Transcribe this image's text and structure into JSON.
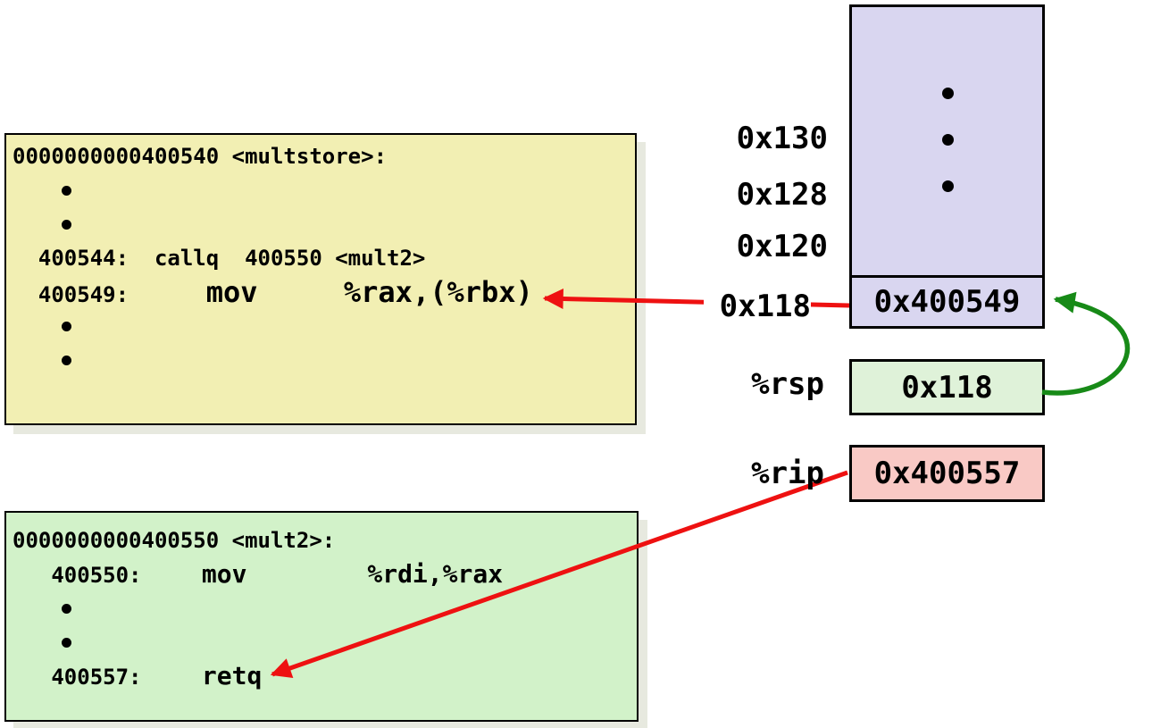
{
  "multstore_box": {
    "lines": [
      {
        "type": "code",
        "text": "0000000000400540 <multstore>:"
      },
      {
        "type": "bullet"
      },
      {
        "type": "bullet"
      },
      {
        "type": "code",
        "text": "  400544:  callq  400550 <mult2>"
      },
      {
        "type": "emph",
        "pre": "  400549:  ",
        "inst": "   mov     %rax,(%rbx)",
        "inst_size": "b32"
      },
      {
        "type": "bullet"
      },
      {
        "type": "bullet"
      }
    ]
  },
  "mult2_box": {
    "lines": [
      {
        "type": "code",
        "text": "0000000000400550 <mult2>:"
      },
      {
        "type": "emph",
        "pre": "   400550:",
        "inst": "    mov        %rdi,%rax",
        "inst_size": "b28"
      },
      {
        "type": "bullet"
      },
      {
        "type": "bullet"
      },
      {
        "type": "emph",
        "pre": "   400557:",
        "inst": "    retq",
        "inst_size": "b28"
      }
    ]
  },
  "stack": {
    "address_labels": [
      "0x130",
      "0x128",
      "0x120",
      "0x118"
    ],
    "top_value": "0x400549",
    "ellipsis_dots": 3
  },
  "registers": [
    {
      "name": "%rsp",
      "value": "0x118"
    },
    {
      "name": "%rip",
      "value": "0x400557"
    }
  ],
  "colors": {
    "box_yellow": "#f2efb3",
    "box_green": "#d2f2c9",
    "box_shadow": "#e7e9df",
    "stack_lavender": "#d9d6f0",
    "rsp_green": "#dff2d9",
    "rip_pink": "#f9c9c5",
    "arrow_red": "#ee1111",
    "arrow_green": "#178a17",
    "border_black": "#000000",
    "text_black": "#000000"
  }
}
